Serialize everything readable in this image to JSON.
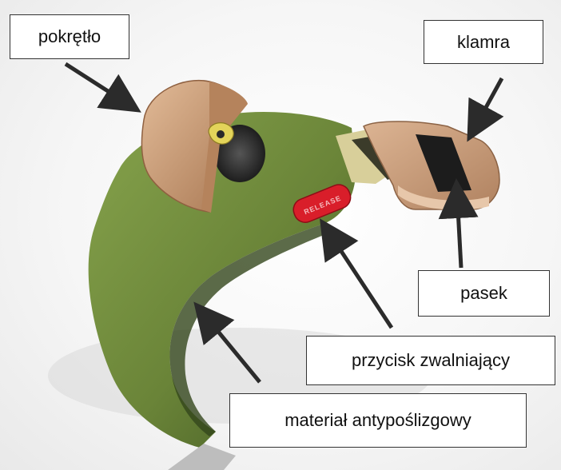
{
  "labels": {
    "knob": "pokrętło",
    "buckle": "klamra",
    "strap": "pasek",
    "release_button": "przycisk zwalniający",
    "anti_slip_material": "materiał antypoślizgowy",
    "button_stamp": "RELEASE"
  },
  "colors": {
    "band_green": "#6f8a3c",
    "band_shadow": "#3d5220",
    "knob_tan": "#c89a72",
    "release_red": "#d91e2a",
    "arrow": "#2b2b2b"
  }
}
